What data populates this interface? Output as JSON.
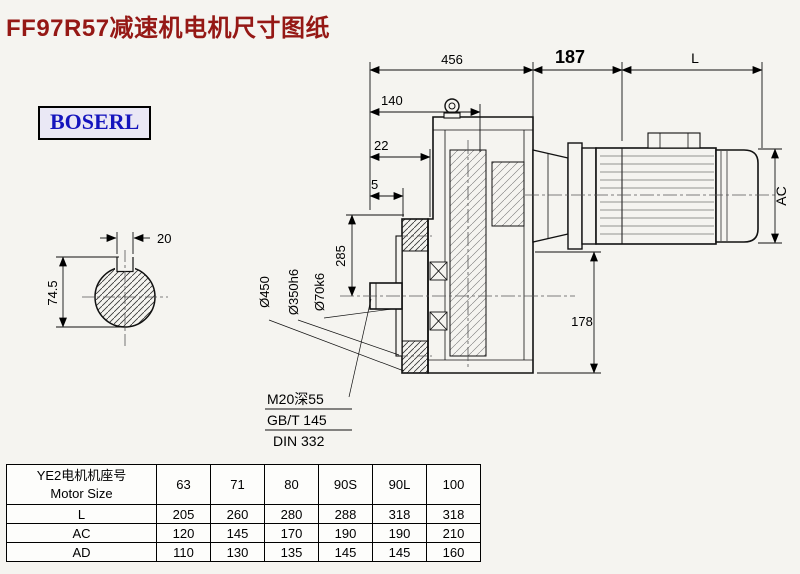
{
  "page": {
    "title": "FF97R57减速机电机尺寸图纸",
    "brand": "BOSERL"
  },
  "drawing": {
    "dims": {
      "overall": "456",
      "adapter": "187",
      "motor_length": "L",
      "dim140": "140",
      "dim22": "22",
      "dim5": "5",
      "height285": "285",
      "height178": "178",
      "motor_diameter": "AC",
      "flange_diameter": "Ø450",
      "spigot_diameter": "Ø350h6",
      "shaft_diameter": "Ø70k6",
      "key_width": "20",
      "key_height": "74.5"
    },
    "notes": {
      "tap": "M20深55",
      "std1": "GB/T 145",
      "std2": "DIN 332"
    }
  },
  "table": {
    "header": {
      "line1": "YE2电机机座号",
      "line2": "Motor Size",
      "sizes": [
        "63",
        "71",
        "80",
        "90S",
        "90L",
        "100"
      ]
    },
    "rows": [
      {
        "label": "L",
        "values": [
          "205",
          "260",
          "280",
          "288",
          "318",
          "318"
        ]
      },
      {
        "label": "AC",
        "values": [
          "120",
          "145",
          "170",
          "190",
          "190",
          "210"
        ]
      },
      {
        "label": "AD",
        "values": [
          "110",
          "130",
          "135",
          "145",
          "145",
          "160"
        ]
      }
    ]
  }
}
